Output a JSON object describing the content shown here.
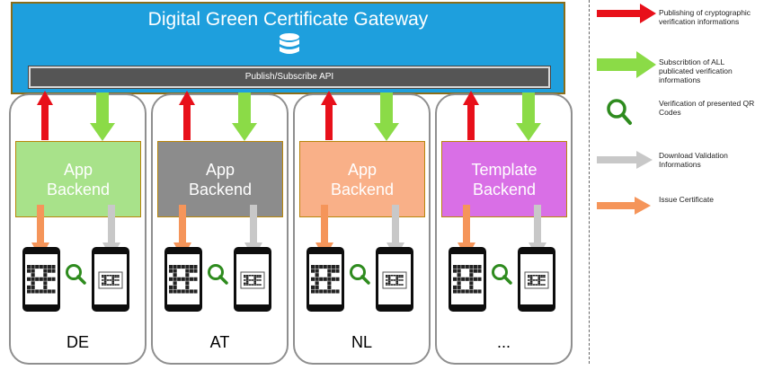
{
  "gateway": {
    "title": "Digital Green Certificate Gateway",
    "api_label": "Publish/Subscribe API",
    "color": "#1e9fdd"
  },
  "countries": [
    {
      "code": "DE",
      "backend_line1": "App",
      "backend_line2": "Backend",
      "backend_color": "#a8e28a"
    },
    {
      "code": "AT",
      "backend_line1": "App",
      "backend_line2": "Backend",
      "backend_color": "#8c8c8c"
    },
    {
      "code": "NL",
      "backend_line1": "App",
      "backend_line2": "Backend",
      "backend_color": "#f9b088"
    },
    {
      "code": "...",
      "backend_line1": "Template",
      "backend_line2": "Backend",
      "backend_color": "#d96fe6"
    }
  ],
  "legend": [
    {
      "text": "Publishing of cryptographic verification informations",
      "color": "#e8101a",
      "icon": "red-arrow-icon"
    },
    {
      "text": "Subscribtion of ALL publicated verification informations",
      "color": "#8bdb47",
      "icon": "green-arrow-icon"
    },
    {
      "text": "Verification of presented QR Codes",
      "color": "#2e8b1e",
      "icon": "magnifier-icon"
    },
    {
      "text": "Download Validation Informations",
      "color": "#c8c8c8",
      "icon": "gray-arrow-icon"
    },
    {
      "text": "Issue Certificate",
      "color": "#f5955a",
      "icon": "orange-arrow-icon"
    }
  ]
}
